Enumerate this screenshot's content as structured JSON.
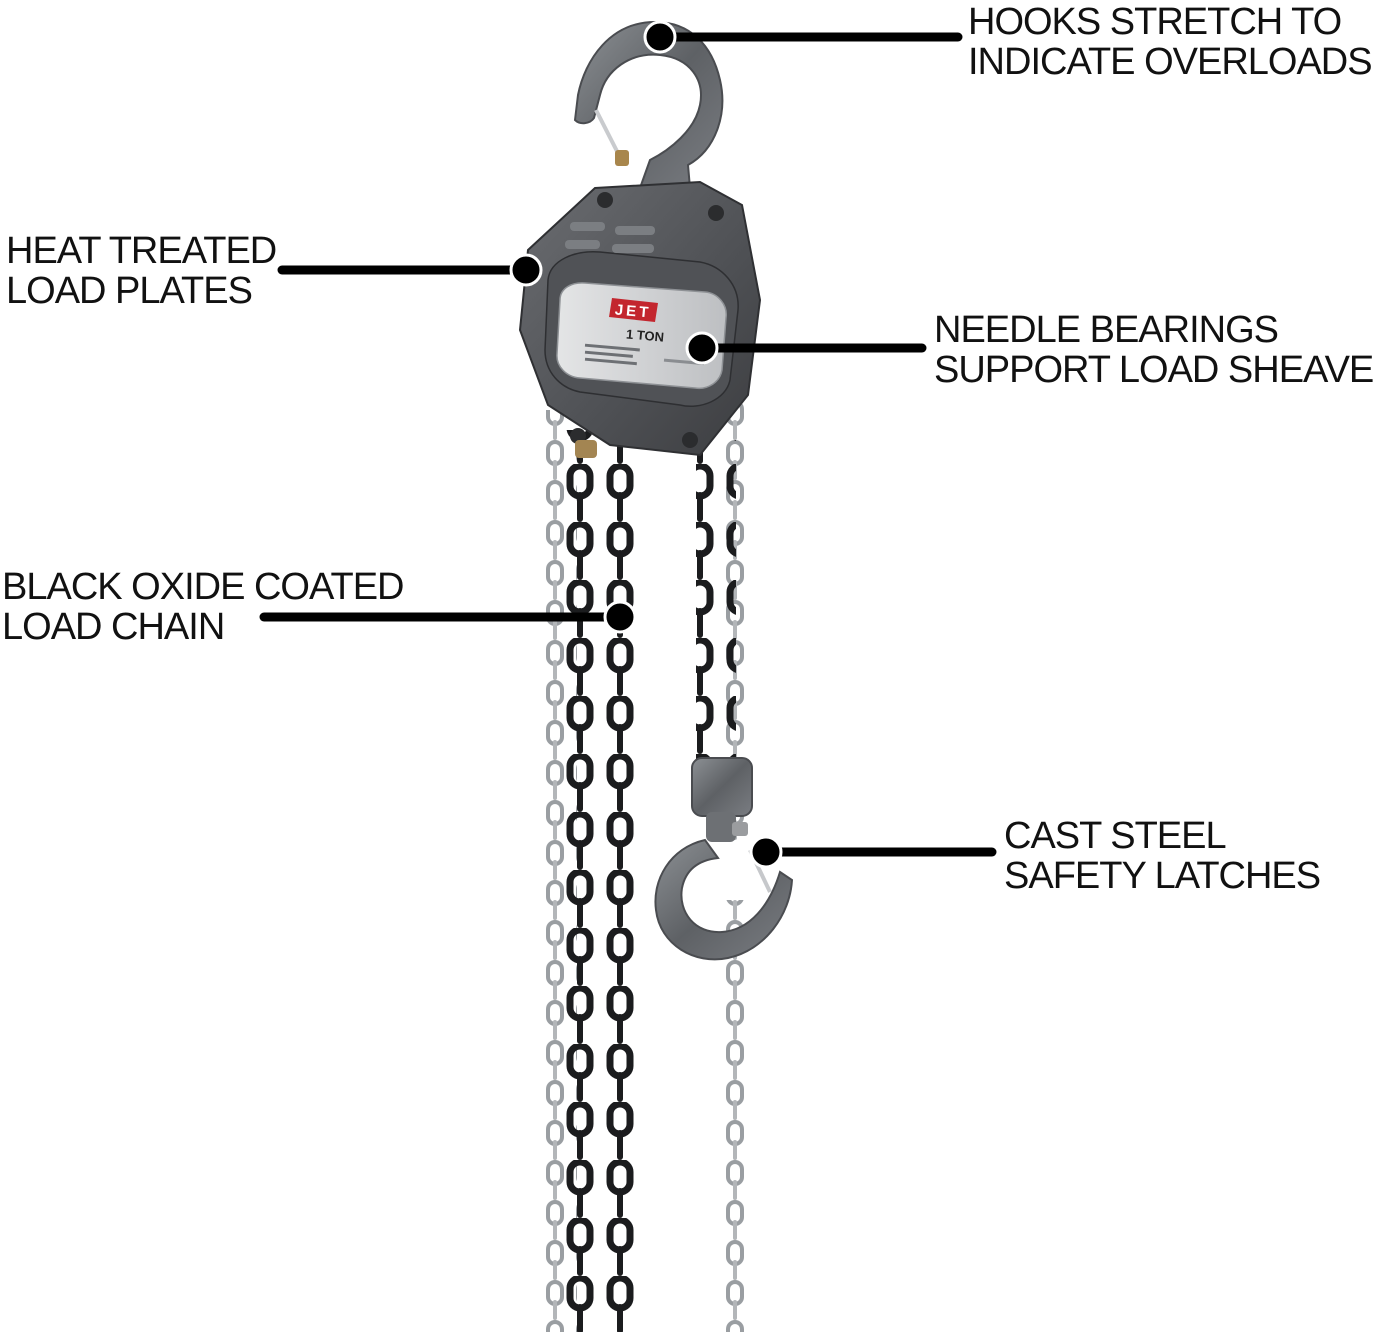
{
  "product": {
    "brand_plate": "JET",
    "capacity_plate": "1 TON"
  },
  "callouts": [
    {
      "id": "hooks",
      "line1": "HOOKS STRETCH TO",
      "line2": "INDICATE OVERLOADS"
    },
    {
      "id": "plates",
      "line1": "HEAT TREATED",
      "line2": "LOAD PLATES"
    },
    {
      "id": "bearings",
      "line1": "NEEDLE BEARINGS",
      "line2": "SUPPORT LOAD SHEAVE"
    },
    {
      "id": "chain",
      "line1": "BLACK OXIDE COATED",
      "line2": "LOAD CHAIN"
    },
    {
      "id": "latches",
      "line1": "CAST STEEL",
      "line2": "SAFETY LATCHES"
    }
  ],
  "colors": {
    "pointer": "#000000",
    "housing": "#5b5d61",
    "housing_dark": "#3a3b3e",
    "nameplate": "#cfd1d3",
    "load_chain": "#1c1d1f",
    "hand_chain": "#9ea2a6",
    "hook": "#6f7276",
    "jet_red": "#c3262e"
  }
}
